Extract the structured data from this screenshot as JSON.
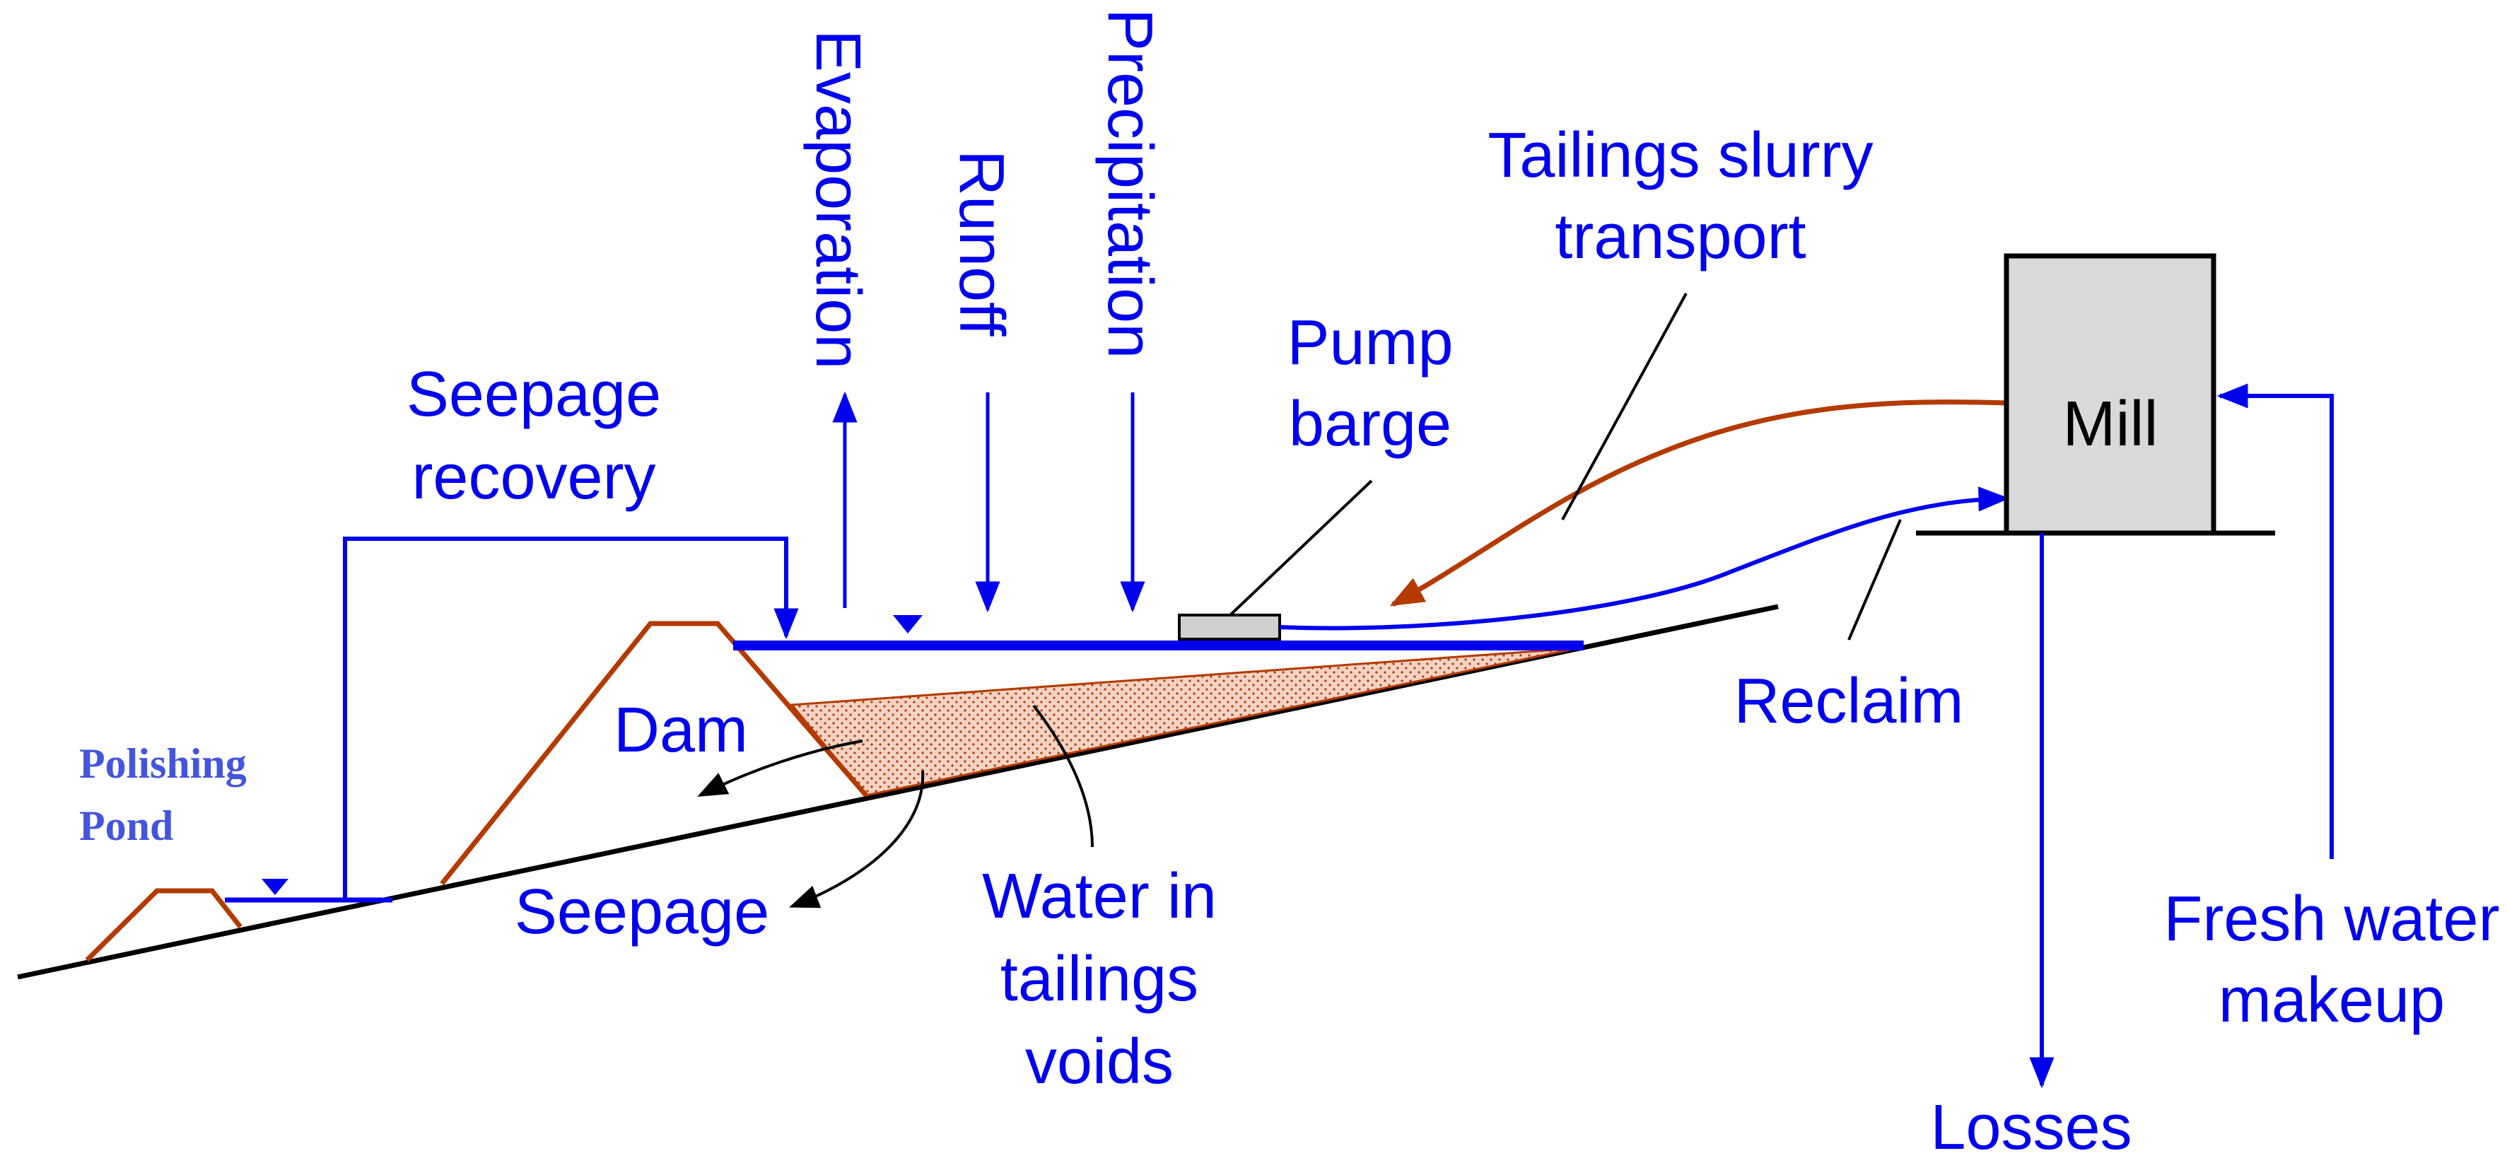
{
  "labels": {
    "evaporation": "Evaporation",
    "runoff": "Runoff",
    "precipitation": "Precipitation",
    "tailings_slurry_line1": "Tailings slurry",
    "tailings_slurry_line2": "transport",
    "pump_line1": "Pump",
    "pump_line2": "barge",
    "mill": "Mill",
    "seepage_recovery_line1": "Seepage",
    "seepage_recovery_line2": "recovery",
    "dam": "Dam",
    "polishing_line1": "Polishing",
    "polishing_line2": "Pond",
    "seepage": "Seepage",
    "water_line1": "Water in",
    "water_line2": "tailings",
    "water_line3": "voids",
    "reclaim": "Reclaim",
    "fresh_line1": "Fresh water",
    "fresh_line2": "makeup",
    "losses": "Losses"
  },
  "colors": {
    "water_flow": "#0000ee",
    "tailings_flow": "#b33a00",
    "ground": "#000000",
    "mill_fill": "#d9d9d9",
    "tailings_fill": "#f3d3c4",
    "tailings_dots": "#b33a00"
  }
}
